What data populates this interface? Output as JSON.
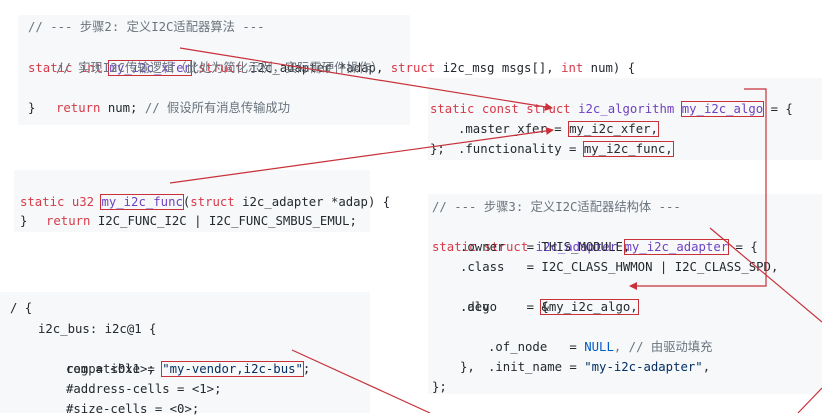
{
  "colors": {
    "panel_bg": "#f6f8fa",
    "keyword": "#d73a49",
    "function": "#6f42c1",
    "comment": "#6a737d",
    "string": "#032f62",
    "highlight_box": "#c8313a"
  },
  "block1": {
    "comment": "// --- 步骤2: 定义I2C适配器算法 ---",
    "sig_kw1": "static int ",
    "sig_fn": "my_i2c_xfer",
    "sig_open": "(",
    "sig_kw2": "struct",
    "sig_p1": " i2c_adapter *adap, ",
    "sig_kw3": "struct",
    "sig_p2": " i2c_msg msgs[], ",
    "sig_kw4": "int",
    "sig_p3": " num) {",
    "body_comment": "// 实现I2C传输逻辑（此处为简化示例，实际需硬件操作）",
    "ret_kw": "return",
    "ret_rest": " num; ",
    "ret_comment": "// 假设所有消息传输成功",
    "close": "}"
  },
  "block2": {
    "kw": "static const struct ",
    "type": "i2c_algorithm ",
    "name": "my_i2c_algo",
    "eq": " = {",
    "field1": ".master_xfer = ",
    "val1": "my_i2c_xfer,",
    "field2": ".functionality = ",
    "val2": "my_i2c_func,",
    "close": "};"
  },
  "block3": {
    "type": "static u32 ",
    "name": "my_i2c_func",
    "open": "(",
    "kw": "struct",
    "rest": " i2c_adapter *adap) {",
    "ret_kw": "return",
    "ret_rest": " I2C_FUNC_I2C | I2C_FUNC_SMBUS_EMUL;",
    "close": "}"
  },
  "block4": {
    "comment": "// --- 步骤3: 定义I2C适配器结构体 ---",
    "kw": "static struct ",
    "type": "i2c_adapter ",
    "name": "my_i2c_adapter",
    "eq": " = {",
    "owner": ".owner   = THIS_MODULE,",
    "class": ".class   = I2C_CLASS_HWMON | I2C_CLASS_SPD,",
    "algo_field": ".algo    = ",
    "algo_val": "&my_i2c_algo,",
    "dev": ".dev     = {",
    "of_node_field": ".of_node   = ",
    "of_node_val": "NULL",
    "of_node_comment": ", // 由驱动填充",
    "init_field": ".init_name = ",
    "init_val": "\"my-i2c-adapter\"",
    "init_end": ",",
    "dev_close": "},",
    "close": "};"
  },
  "block5": {
    "root": "/ {",
    "bus": "i2c_bus: i2c@1 {",
    "compat_field": "compatible = ",
    "compat_val": "\"my-vendor,i2c-bus\"",
    "compat_end": ";",
    "reg": "reg = <0x1>;",
    "addr_cells": "#address-cells = <1>;",
    "size_cells": "#size-cells = <0>;"
  }
}
